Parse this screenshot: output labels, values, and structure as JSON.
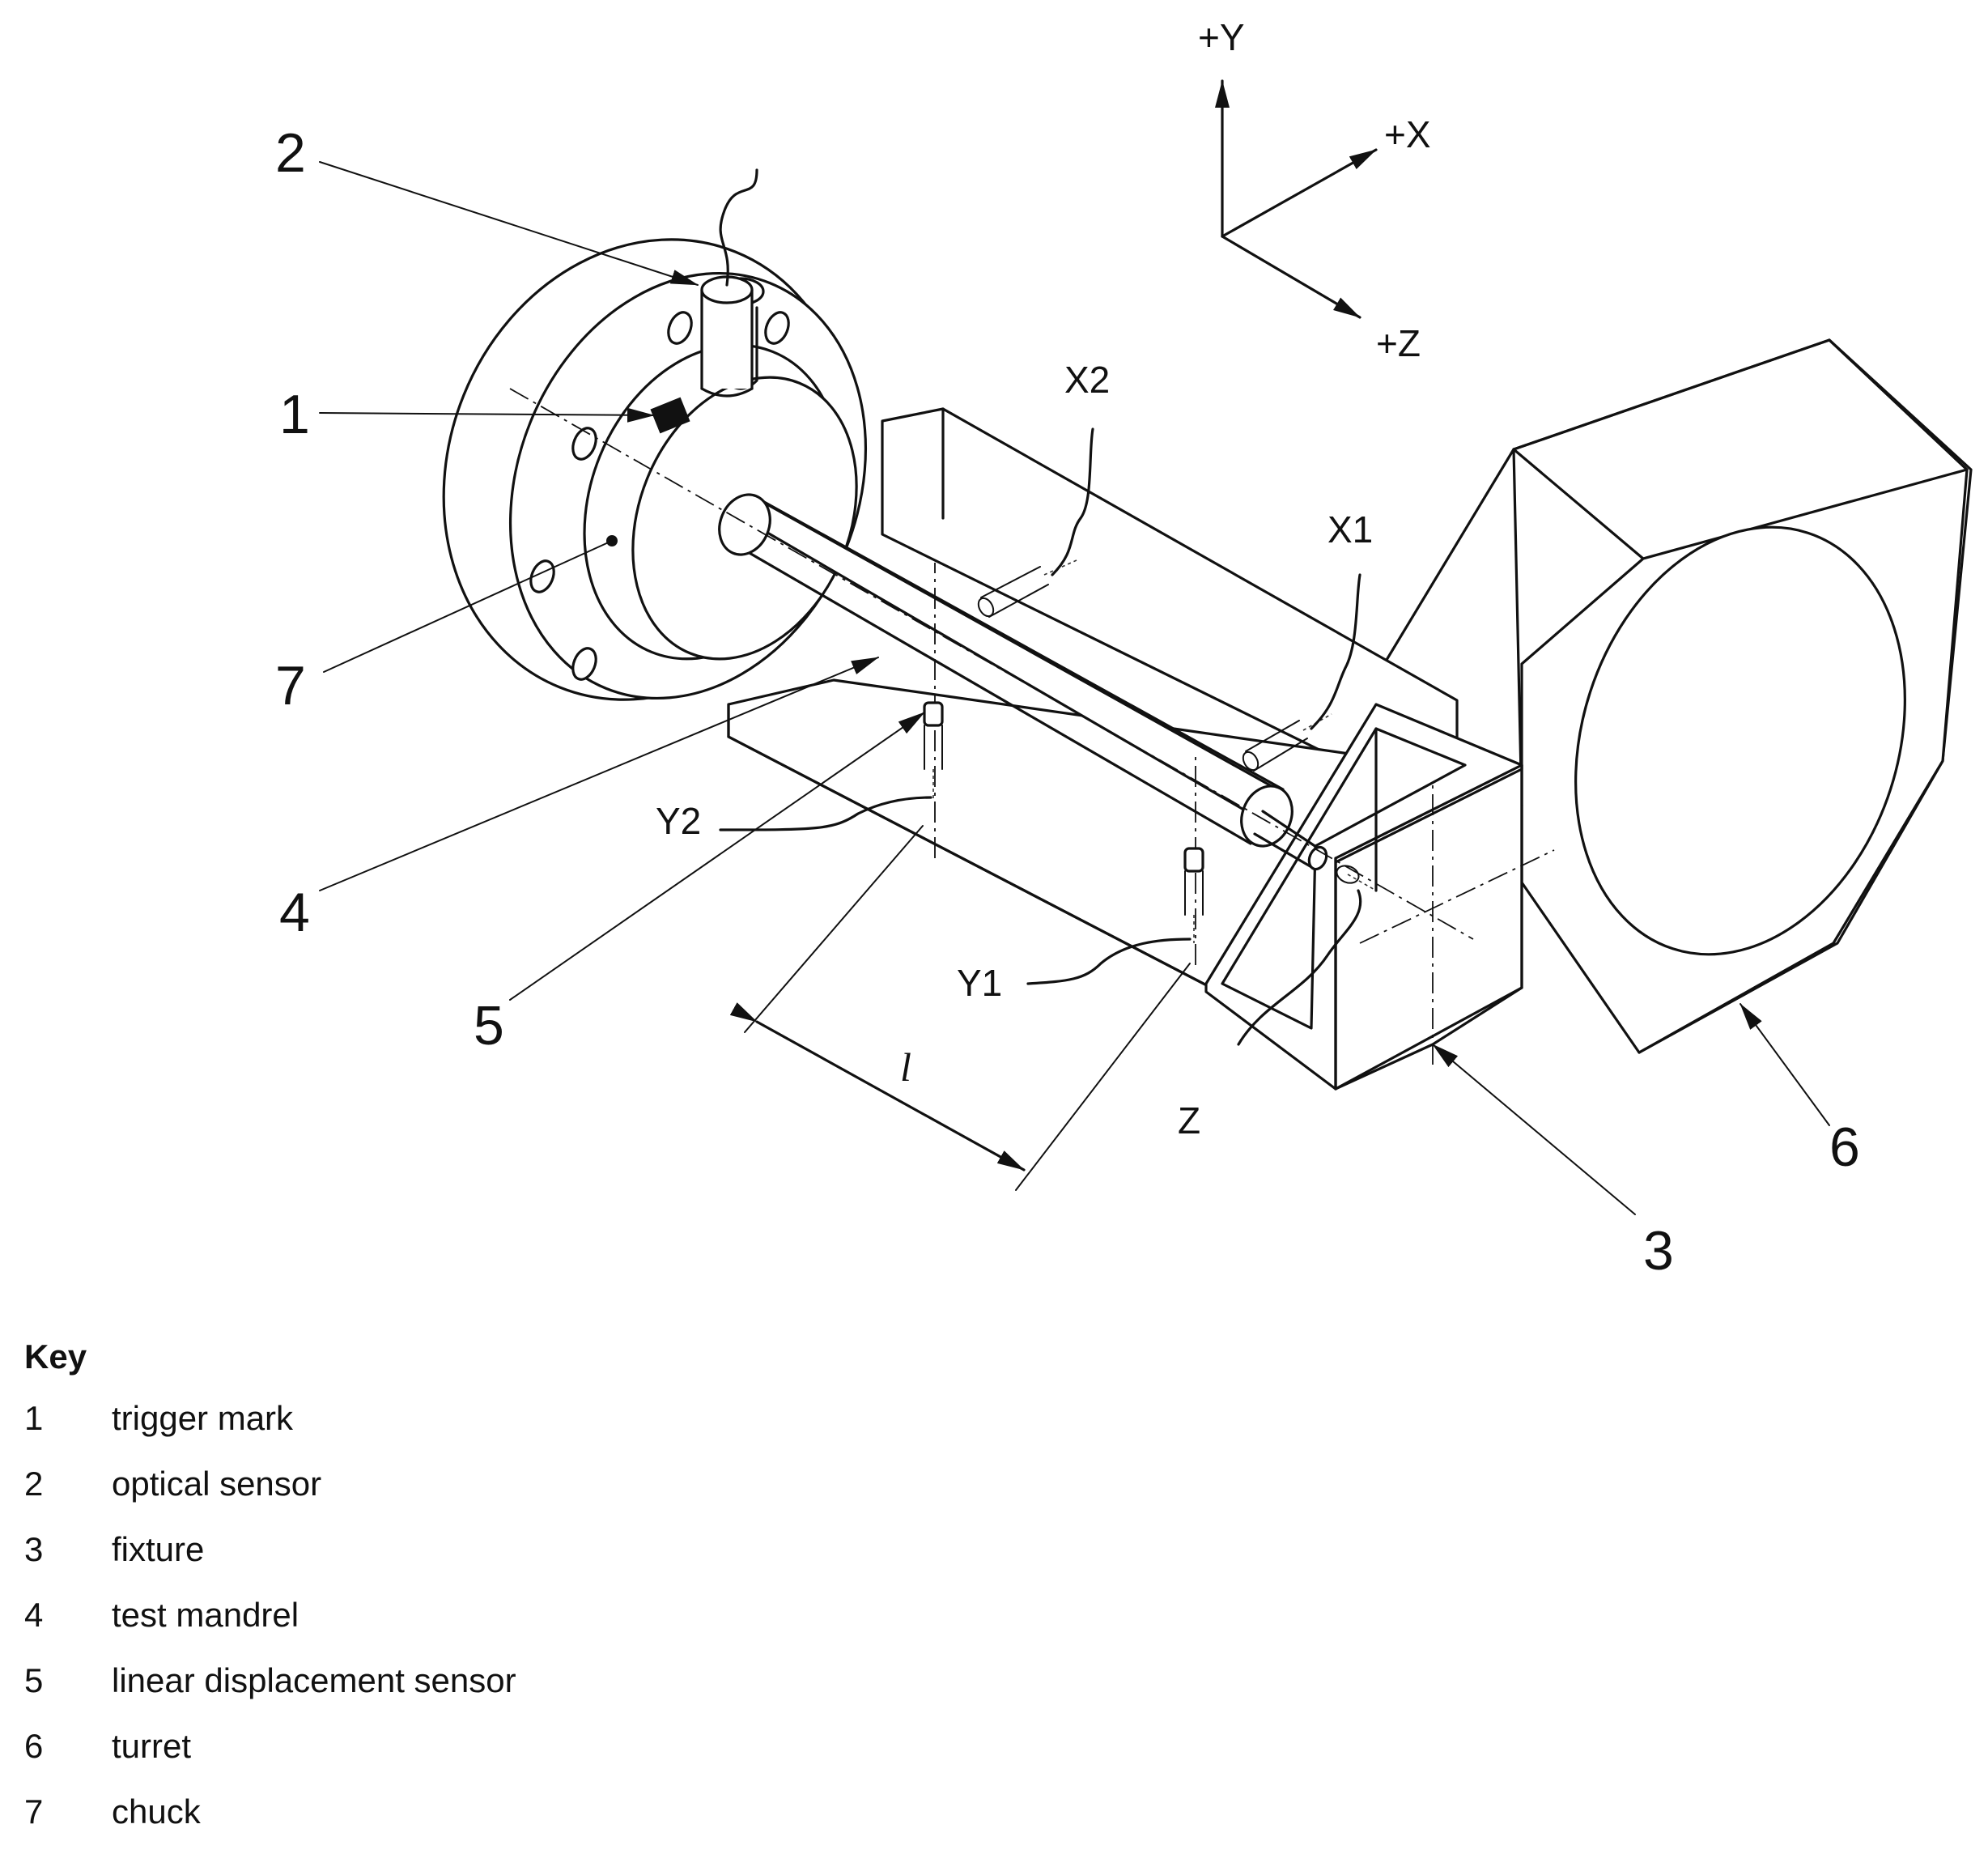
{
  "axes": {
    "y": "+Y",
    "x": "+X",
    "z": "+Z"
  },
  "callouts": {
    "c1": "1",
    "c2": "2",
    "c3": "3",
    "c4": "4",
    "c5": "5",
    "c6": "6",
    "c7": "7"
  },
  "sensor_labels": {
    "x1": "X1",
    "x2": "X2",
    "y1": "Y1",
    "y2": "Y2",
    "z": "Z"
  },
  "dimension_label": "l",
  "key": {
    "title": "Key",
    "items": [
      {
        "num": "1",
        "label": "trigger mark"
      },
      {
        "num": "2",
        "label": "optical sensor"
      },
      {
        "num": "3",
        "label": "fixture"
      },
      {
        "num": "4",
        "label": "test mandrel"
      },
      {
        "num": "5",
        "label": "linear displacement sensor"
      },
      {
        "num": "6",
        "label": "turret"
      },
      {
        "num": "7",
        "label": "chuck"
      }
    ]
  }
}
